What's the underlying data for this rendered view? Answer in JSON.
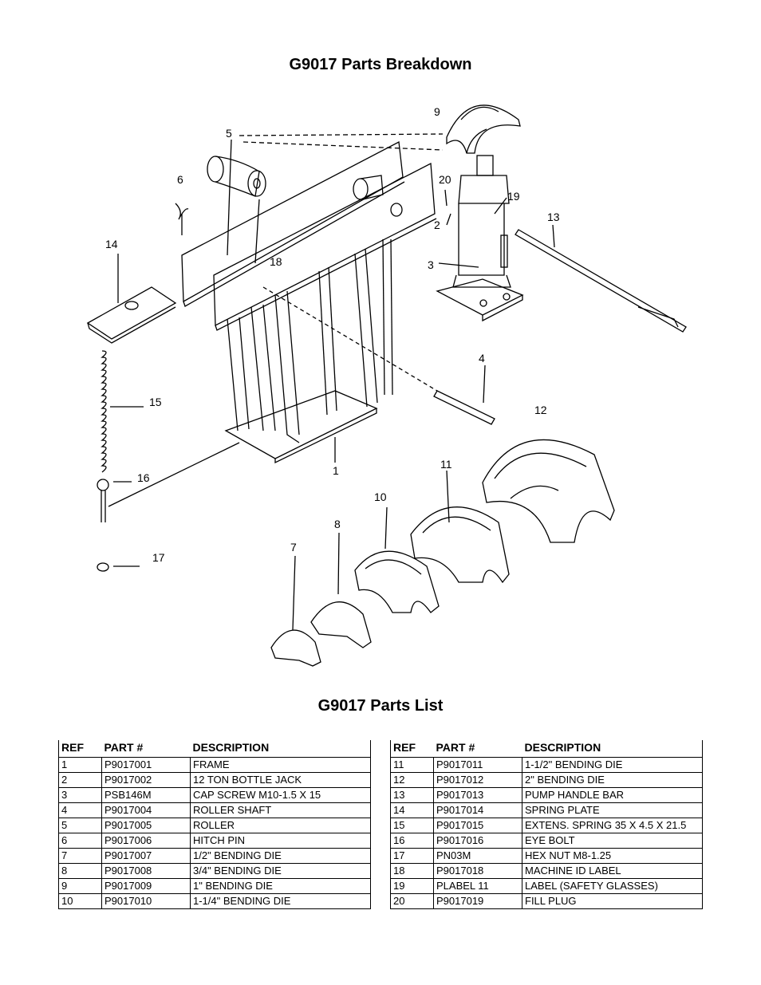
{
  "breakdown_title": "G9017 Parts Breakdown",
  "list_title": "G9017 Parts List",
  "table_headers": {
    "ref": "REF",
    "part": "PART #",
    "desc": "DESCRIPTION"
  },
  "callouts": [
    "9",
    "5",
    "6",
    "20",
    "19",
    "13",
    "2",
    "14",
    "18",
    "3",
    "4",
    "15",
    "12",
    "11",
    "1",
    "16",
    "10",
    "8",
    "7",
    "17"
  ],
  "parts_left": [
    {
      "ref": "1",
      "part": "P9017001",
      "desc": "FRAME"
    },
    {
      "ref": "2",
      "part": "P9017002",
      "desc": "12 TON BOTTLE JACK"
    },
    {
      "ref": "3",
      "part": "PSB146M",
      "desc": "CAP SCREW M10-1.5 X 15"
    },
    {
      "ref": "4",
      "part": "P9017004",
      "desc": "ROLLER SHAFT"
    },
    {
      "ref": "5",
      "part": "P9017005",
      "desc": "ROLLER"
    },
    {
      "ref": "6",
      "part": "P9017006",
      "desc": "HITCH PIN"
    },
    {
      "ref": "7",
      "part": "P9017007",
      "desc": "1/2\" BENDING DIE"
    },
    {
      "ref": "8",
      "part": "P9017008",
      "desc": "3/4\" BENDING DIE"
    },
    {
      "ref": "9",
      "part": "P9017009",
      "desc": "1\" BENDING DIE"
    },
    {
      "ref": "10",
      "part": "P9017010",
      "desc": "1-1/4\" BENDING DIE"
    }
  ],
  "parts_right": [
    {
      "ref": "11",
      "part": "P9017011",
      "desc": "1-1/2\" BENDING DIE"
    },
    {
      "ref": "12",
      "part": "P9017012",
      "desc": "2\" BENDING DIE"
    },
    {
      "ref": "13",
      "part": "P9017013",
      "desc": "PUMP HANDLE BAR"
    },
    {
      "ref": "14",
      "part": "P9017014",
      "desc": "SPRING PLATE"
    },
    {
      "ref": "15",
      "part": "P9017015",
      "desc": "EXTENS. SPRING 35 X 4.5 X 21.5"
    },
    {
      "ref": "16",
      "part": "P9017016",
      "desc": "EYE BOLT"
    },
    {
      "ref": "17",
      "part": "PN03M",
      "desc": "HEX NUT M8-1.25"
    },
    {
      "ref": "18",
      "part": "P9017018",
      "desc": "MACHINE ID LABEL"
    },
    {
      "ref": "19",
      "part": "PLABEL 11",
      "desc": "LABEL (SAFETY GLASSES)"
    },
    {
      "ref": "20",
      "part": "P9017019",
      "desc": "FILL PLUG"
    }
  ]
}
